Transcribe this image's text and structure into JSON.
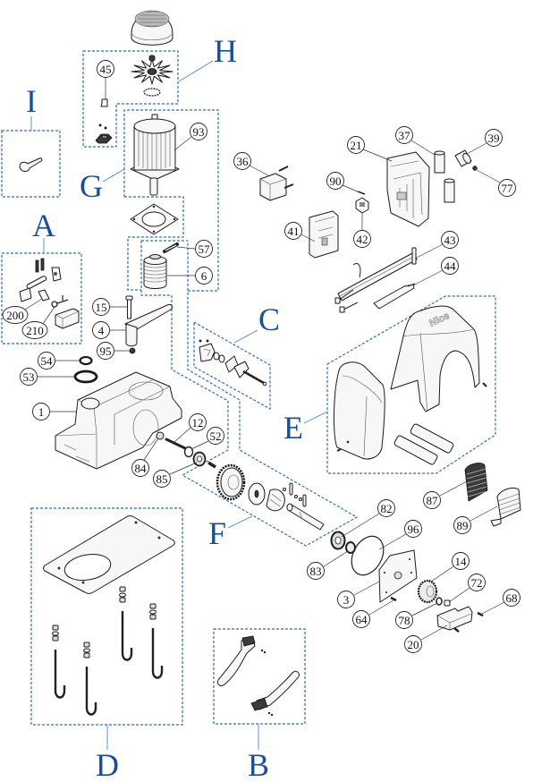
{
  "diagram": {
    "kind": "exploded-parts-view",
    "cover_logo": "Nice"
  },
  "groups": [
    {
      "label": "A"
    },
    {
      "label": "B"
    },
    {
      "label": "C"
    },
    {
      "label": "D"
    },
    {
      "label": "E"
    },
    {
      "label": "F"
    },
    {
      "label": "G"
    },
    {
      "label": "H"
    },
    {
      "label": "I"
    }
  ],
  "callouts": [
    {
      "number": "1"
    },
    {
      "number": "3"
    },
    {
      "number": "4"
    },
    {
      "number": "6"
    },
    {
      "number": "12"
    },
    {
      "number": "14"
    },
    {
      "number": "15"
    },
    {
      "number": "20"
    },
    {
      "number": "21"
    },
    {
      "number": "36"
    },
    {
      "number": "37"
    },
    {
      "number": "39"
    },
    {
      "number": "41"
    },
    {
      "number": "42"
    },
    {
      "number": "43"
    },
    {
      "number": "44"
    },
    {
      "number": "45",
      "group": "H"
    },
    {
      "number": "52"
    },
    {
      "number": "53"
    },
    {
      "number": "54"
    },
    {
      "number": "57"
    },
    {
      "number": "64"
    },
    {
      "number": "68"
    },
    {
      "number": "72"
    },
    {
      "number": "77"
    },
    {
      "number": "78"
    },
    {
      "number": "82"
    },
    {
      "number": "83"
    },
    {
      "number": "84"
    },
    {
      "number": "85"
    },
    {
      "number": "87"
    },
    {
      "number": "89"
    },
    {
      "number": "90"
    },
    {
      "number": "93",
      "group": "G"
    },
    {
      "number": "95"
    },
    {
      "number": "96"
    },
    {
      "number": "200",
      "group": "A"
    },
    {
      "number": "210",
      "group": "A"
    }
  ]
}
